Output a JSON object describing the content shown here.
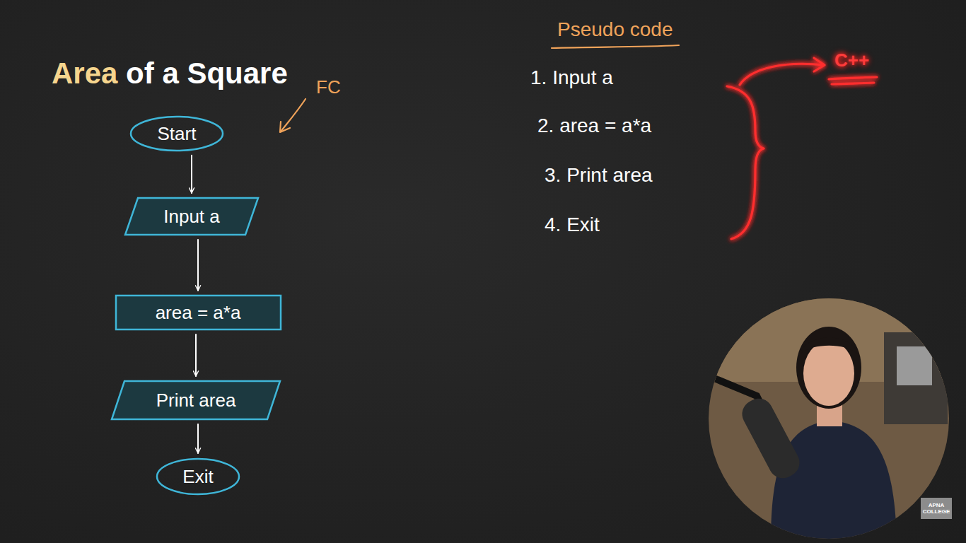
{
  "diagram": {
    "title": "Area of a Square",
    "nodes": [
      {
        "text": [
          "Start"
        ]
      },
      {
        "text": [
          "Input a"
        ]
      },
      {
        "text": [
          "area = a*a"
        ]
      },
      {
        "text": [
          "Print area"
        ]
      },
      {
        "text": [
          "Exit"
        ]
      }
    ],
    "edges": [
      {
        "from": 0,
        "to": 1,
        "arrow": "to"
      },
      {
        "from": 1,
        "to": 2,
        "arrow": "to"
      },
      {
        "from": 2,
        "to": 3,
        "arrow": "to"
      },
      {
        "from": 3,
        "to": 4,
        "arrow": "to"
      }
    ],
    "labels": [
      "FC",
      "Pseudo code",
      "1. Input a",
      "2. area = a*a",
      "3. Print area",
      "4. Exit",
      "C++",
      "APNA COLLEGE"
    ]
  }
}
